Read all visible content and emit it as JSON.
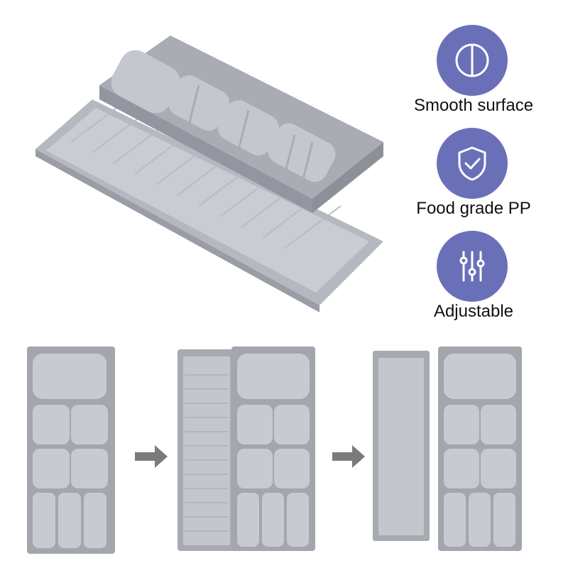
{
  "colors": {
    "accent": "#6a70b8",
    "tray": "#b9bcc3",
    "tray_dark": "#9a9da5",
    "tray_light": "#cdd0d6",
    "arrow": "#7a7a7a"
  },
  "features": [
    {
      "icon": "half-circle-icon",
      "label": "Smooth surface"
    },
    {
      "icon": "shield-check-icon",
      "label": "Food grade PP"
    },
    {
      "icon": "sliders-icon",
      "label": "Adjustable"
    }
  ],
  "steps": [
    {
      "icon": "arrow-right-icon"
    },
    {
      "icon": "arrow-right-icon"
    }
  ]
}
